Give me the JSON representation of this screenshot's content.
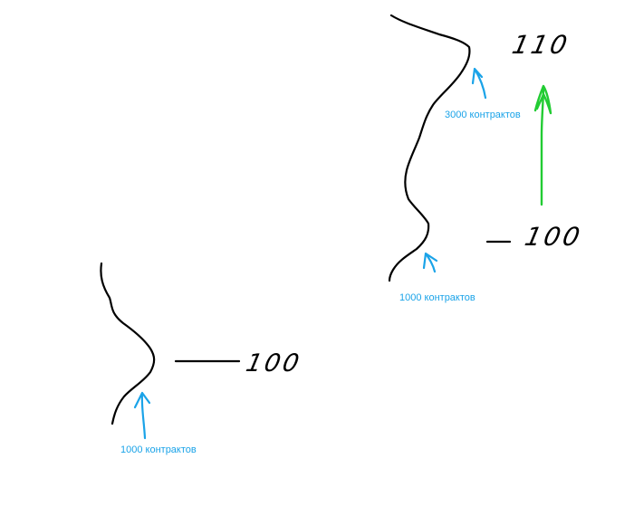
{
  "left_panel": {
    "price_level": "100",
    "volume_label": "1000 контрактов"
  },
  "right_panel": {
    "start_price_level": "100",
    "target_price_level": "110",
    "lower_volume_label": "1000 контрактов",
    "upper_volume_label": "3000 контрактов"
  },
  "colors": {
    "ink": "#000000",
    "annotation": "#1aa3e8",
    "move_arrow": "#22cc33"
  }
}
